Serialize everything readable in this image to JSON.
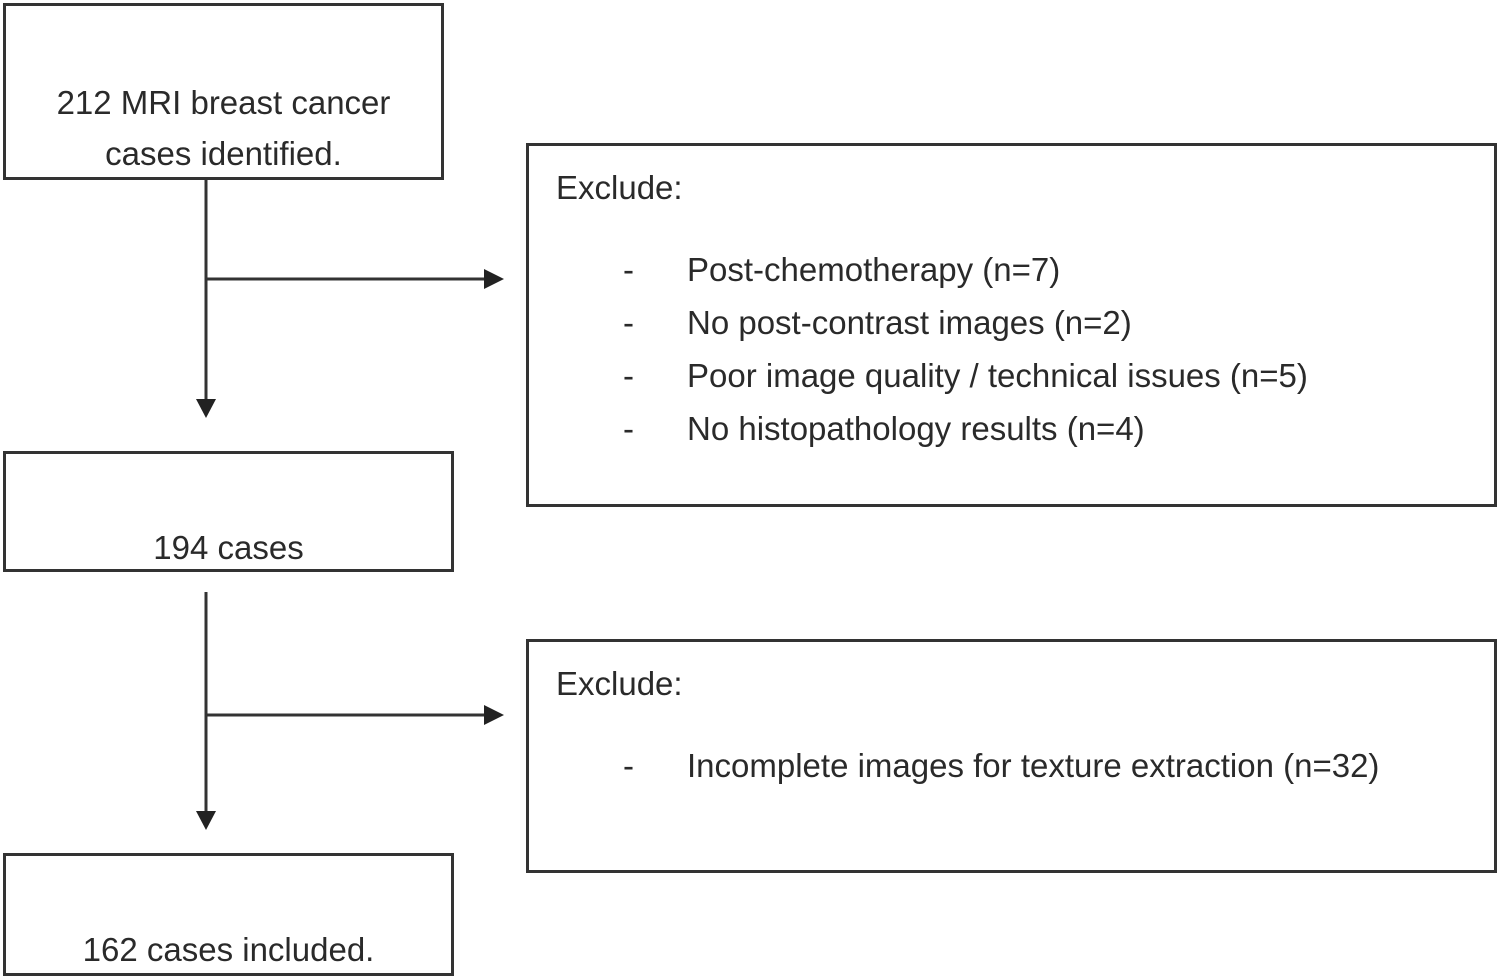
{
  "flow": {
    "start_box": "212 MRI breast cancer\ncases identified.",
    "mid_box": "194 cases",
    "end_box": "162 cases included."
  },
  "exclusions": [
    {
      "title": "Exclude:",
      "items": [
        "Post-chemotherapy (n=7)",
        "No post-contrast  images (n=2)",
        "Poor image quality / technical issues (n=5)",
        "No histopathology results (n=4)"
      ]
    },
    {
      "title": "Exclude:",
      "items": [
        "Incomplete images for texture extraction (n=32)"
      ]
    }
  ],
  "bullet_symbol": "-",
  "colors": {
    "border": "#333333",
    "text": "#2a2a2a",
    "background": "#ffffff"
  }
}
